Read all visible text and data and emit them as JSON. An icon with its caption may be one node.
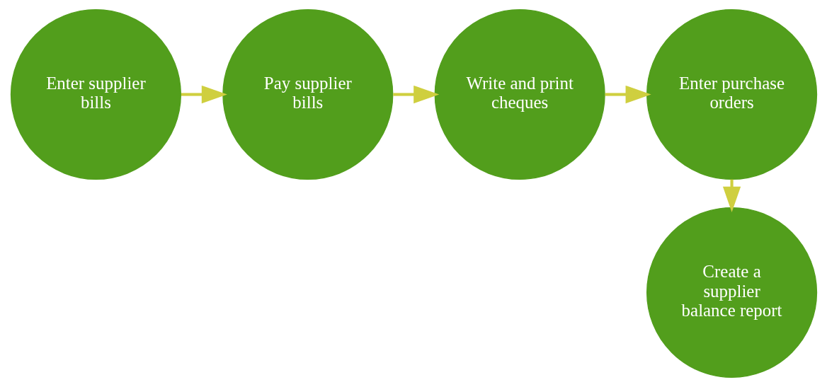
{
  "diagram": {
    "nodes": [
      {
        "text": [
          "Enter supplier bills"
        ]
      },
      {
        "text": [
          "Pay supplier bills"
        ]
      },
      {
        "text": [
          "Write and print cheques"
        ]
      },
      {
        "text": [
          "Enter purchase orders"
        ]
      },
      {
        "text": [
          "Create a supplier balance report"
        ]
      }
    ],
    "edges": [
      {
        "from": 0,
        "to": 1,
        "arrow": "to"
      },
      {
        "from": 1,
        "to": 2,
        "arrow": "to"
      },
      {
        "from": 2,
        "to": 3,
        "arrow": "to"
      },
      {
        "from": 3,
        "to": 4,
        "arrow": "to"
      }
    ]
  }
}
